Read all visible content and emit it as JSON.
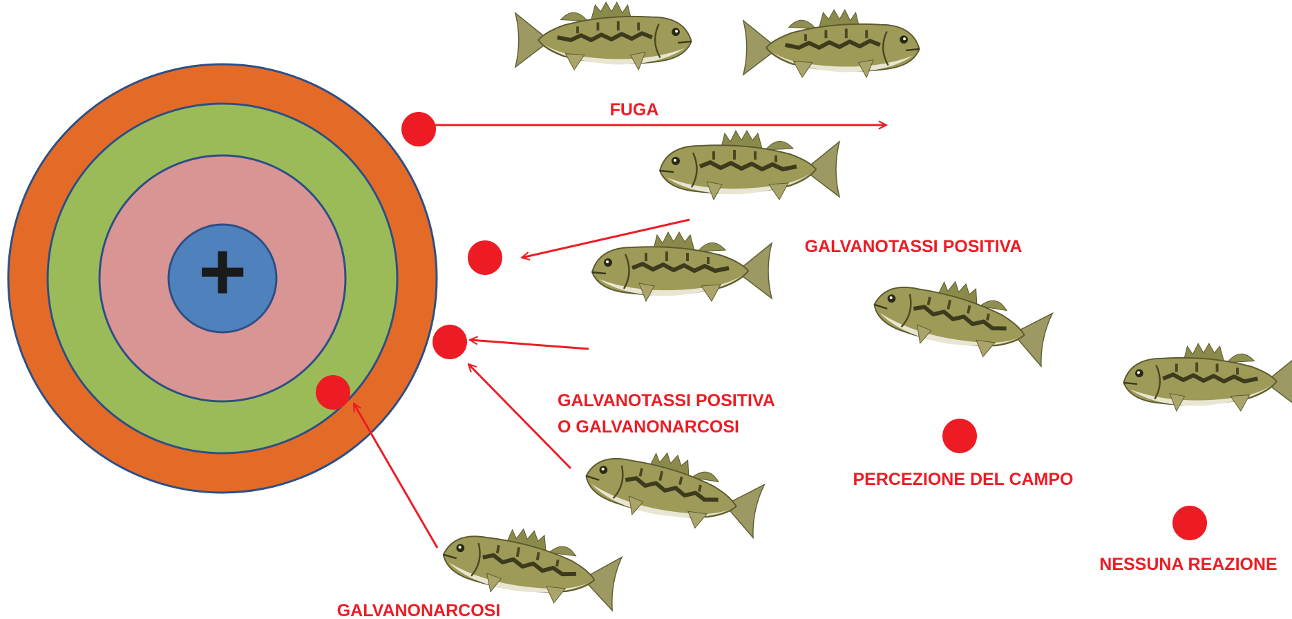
{
  "colors": {
    "outer_ring": "#e46b27",
    "middle_ring": "#9bbb59",
    "inner_ring": "#d99494",
    "core": "#4f81bd",
    "ring_border": "#2c4f85",
    "marker": "#ed1c24",
    "label": "#ed1c24",
    "plus_sign": "#1a1a1a"
  },
  "core": {
    "symbol": "+"
  },
  "icons": {
    "fish": "bass-fish-icon",
    "marker": "red-dot-icon"
  },
  "labels": {
    "escape": "FUGA",
    "positive_galvanotaxis": "GALVANOTASSI POSITIVA",
    "positive_or_narcosis_line1": "GALVANOTASSI POSITIVA",
    "positive_or_narcosis_line2": "O GALVANONARCOSI",
    "narcosis": "GALVANONARCOSI",
    "field_perception": "PERCEZIONE DEL CAMPO",
    "no_reaction": "NESSUNA REAZIONE"
  }
}
